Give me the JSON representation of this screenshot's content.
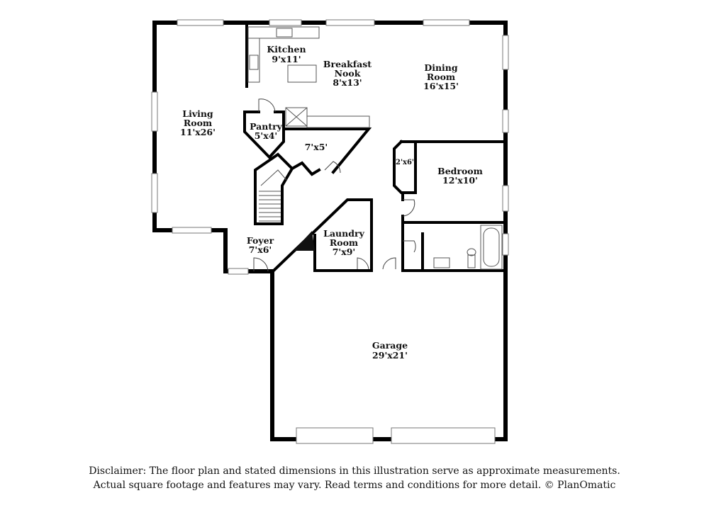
{
  "rooms": {
    "kitchen": {
      "name": "Kitchen",
      "size": "9'x11'"
    },
    "breakfast_nook": {
      "name_line1": "Breakfast",
      "name_line2": "Nook",
      "size": "8'x13'"
    },
    "dining_room": {
      "name_line1": "Dining",
      "name_line2": "Room",
      "size": "16'x15'"
    },
    "living_room": {
      "name_line1": "Living",
      "name_line2": "Room",
      "size": "11'x26'"
    },
    "pantry": {
      "name": "Pantry",
      "size": "5'x4'"
    },
    "closet_hall": {
      "size": "7'x5'"
    },
    "bedroom_closet": {
      "size": "2'x6'"
    },
    "bedroom": {
      "name": "Bedroom",
      "size": "12'x10'"
    },
    "foyer": {
      "name": "Foyer",
      "size": "7'x6'"
    },
    "laundry_room": {
      "name_line1": "Laundry",
      "name_line2": "Room",
      "size": "7'x9'"
    },
    "garage": {
      "name": "Garage",
      "size": "29'x21'"
    }
  },
  "disclaimer": {
    "line1": "Disclaimer: The floor plan and stated dimensions in this illustration serve as approximate measurements.",
    "line2": "Actual square footage and features may vary. Read terms and conditions for more detail. © PlanOmatic"
  }
}
